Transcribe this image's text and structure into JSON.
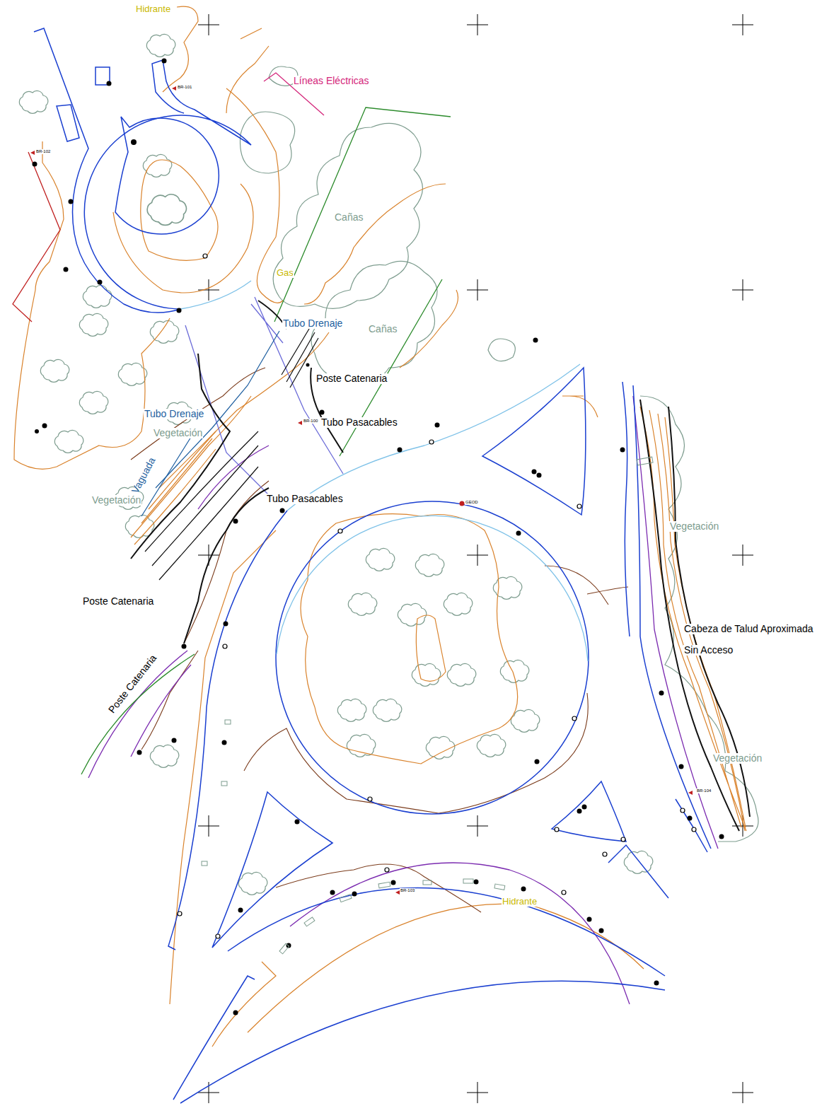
{
  "diagram": {
    "labels": [
      "Hidrante",
      "Líneas Eléctricas",
      "Cañas",
      "Gas",
      "Tubo Drenaje",
      "Cañas",
      "Poste Catenaria",
      "Tubo Pasacables",
      "Tubo Drenaje",
      "Vegetación",
      "Vegetación",
      "Vaguada",
      "Tubo Pasacables",
      "Poste Catenaria",
      "Poste Catenaria",
      "Vegetación",
      "Cabeza de Talud Aproximada",
      "Sin Acceso",
      "Vegetación",
      "Hidrante",
      "BR-101",
      "BR-102",
      "BR-100",
      "GEOD",
      "BR-103",
      "BR-104"
    ]
  }
}
